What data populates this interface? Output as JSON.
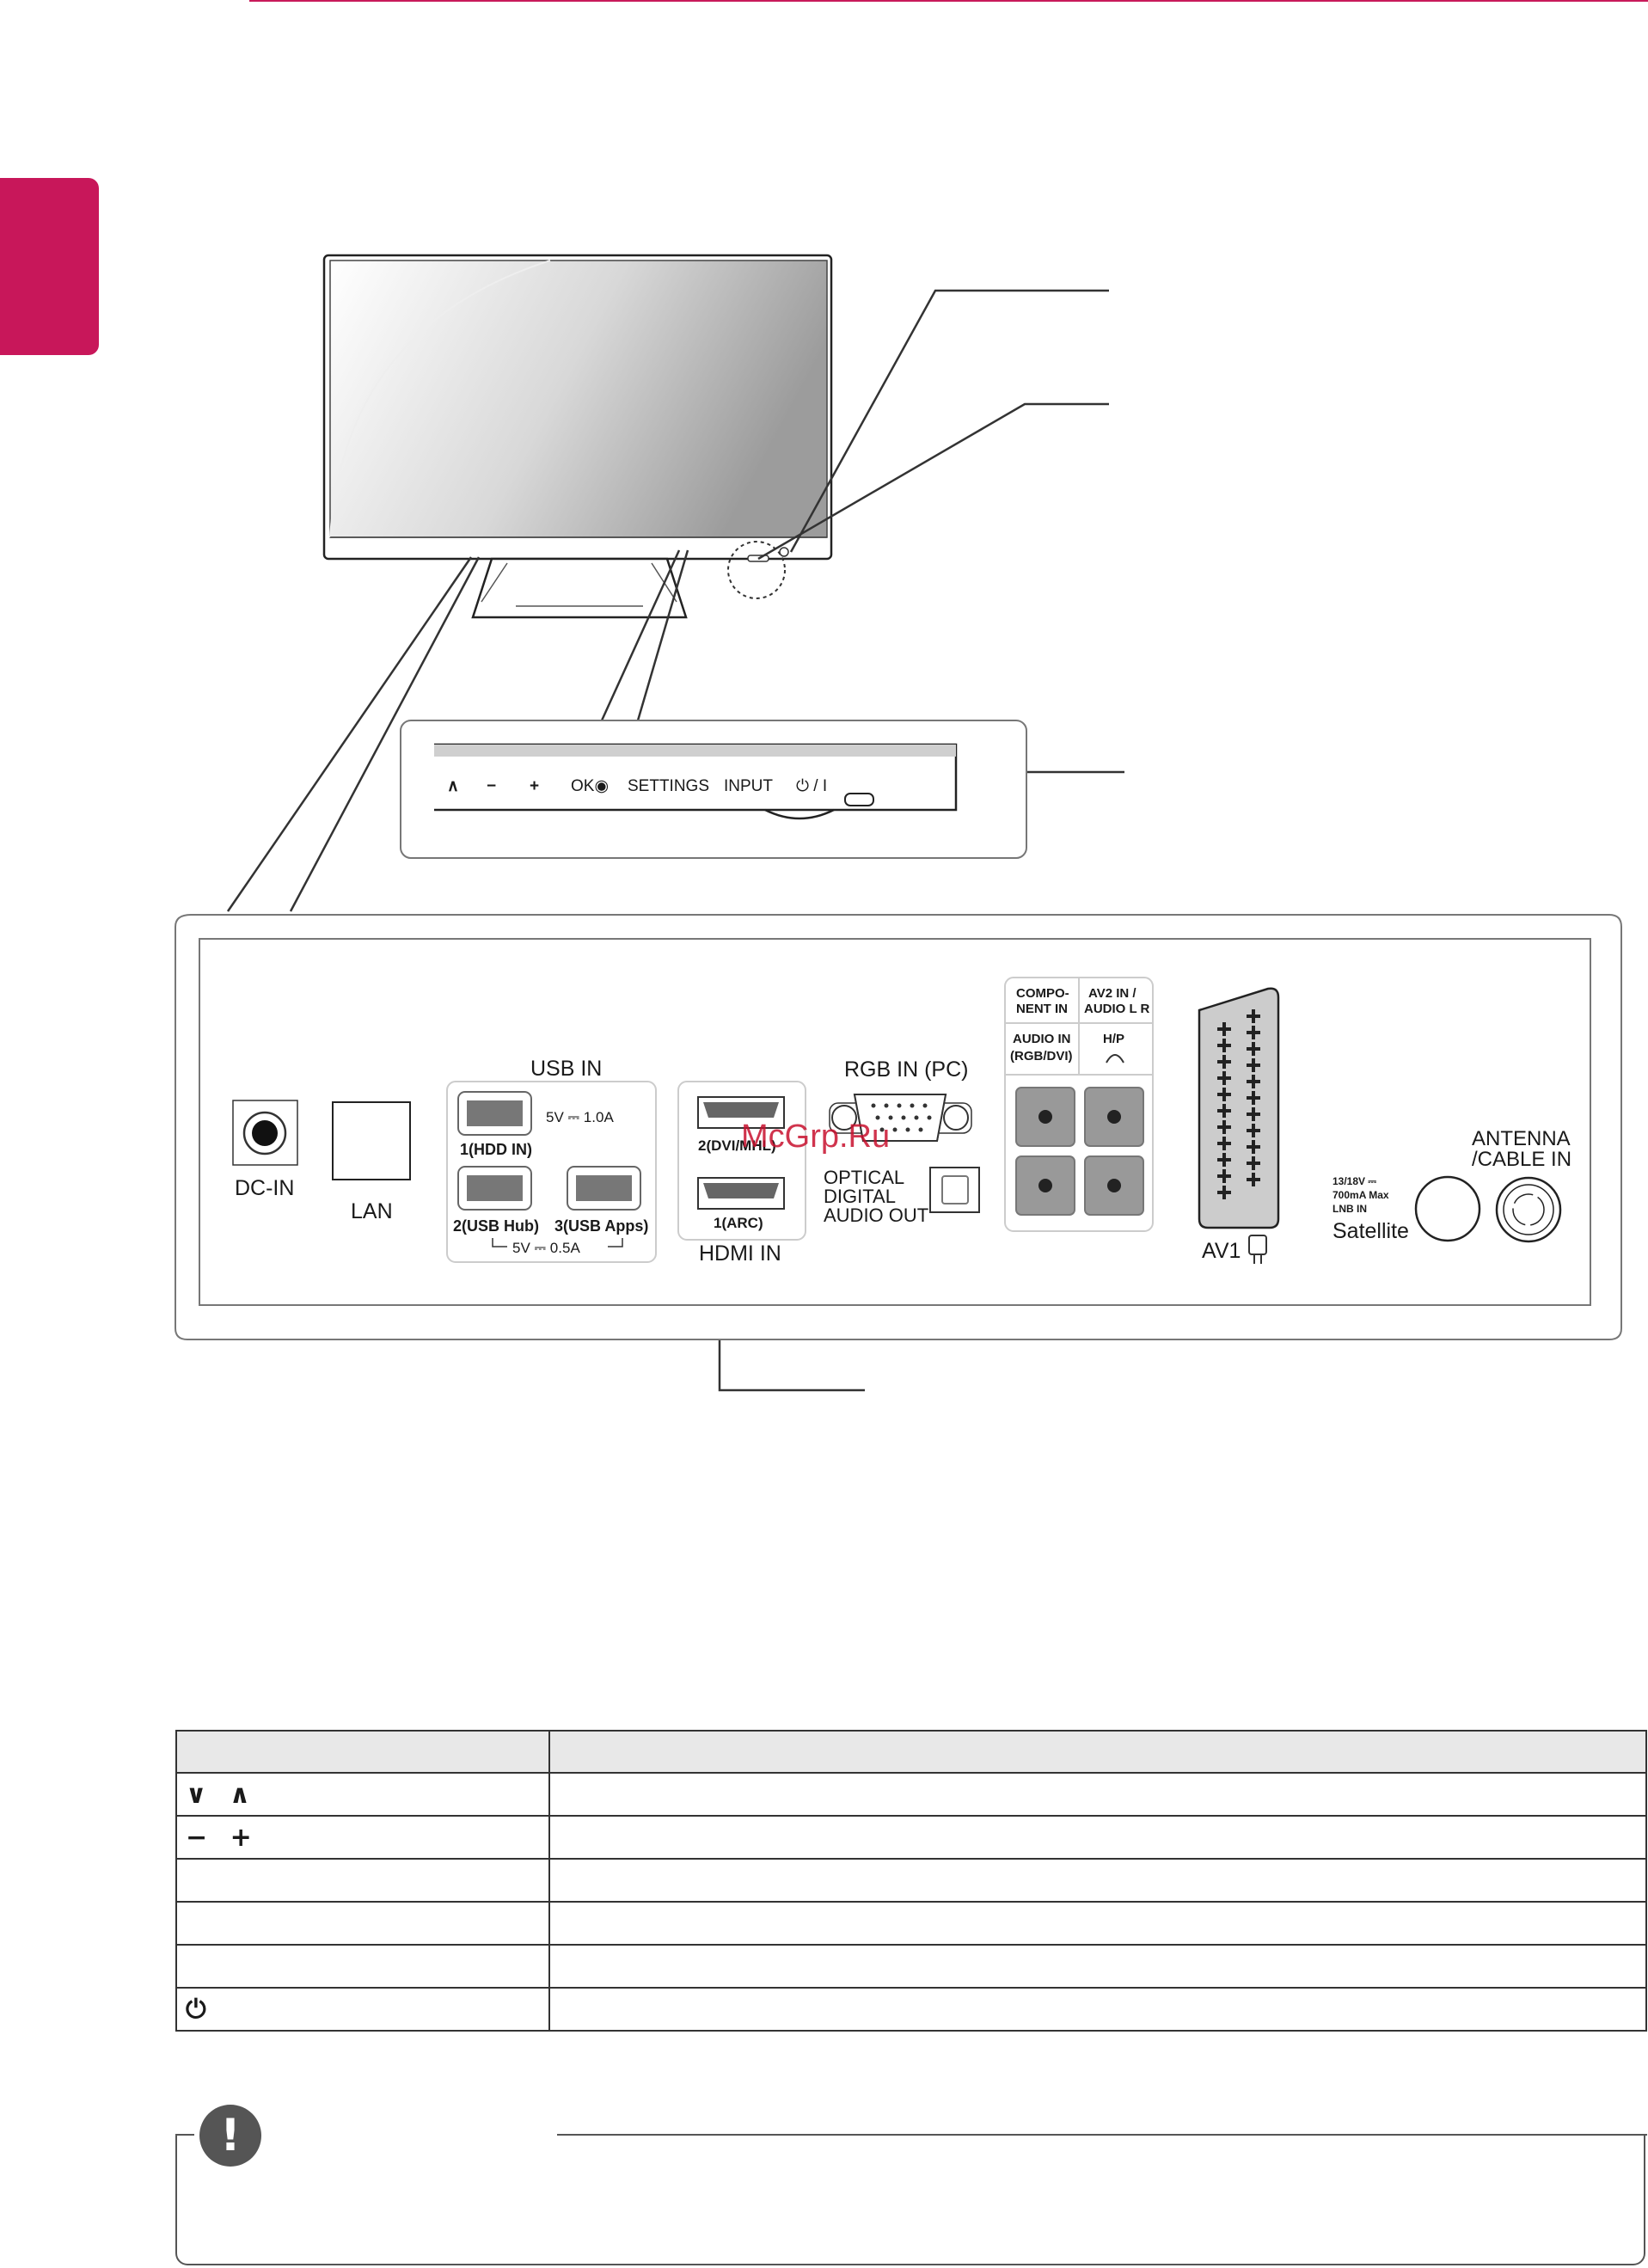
{
  "front_panel": {
    "buttons": [
      "∧",
      "−",
      "+",
      "OK◉",
      "SETTINGS",
      "INPUT",
      "⏻ / I"
    ]
  },
  "rear_panel": {
    "dc_in": "DC-IN",
    "lan": "LAN",
    "usb_in": "USB IN",
    "usb_1": "1(HDD IN)",
    "usb_1_rating": "5V ⎓ 1.0A",
    "usb_2": "2(USB Hub)",
    "usb_3": "3(USB Apps)",
    "usb_23_rating": "5V ⎓ 0.5A",
    "hdmi_2": "2(DVI/MHL)",
    "hdmi_1": "1(ARC)",
    "hdmi_in": "HDMI IN",
    "rgb_in": "RGB IN (PC)",
    "optical_1": "OPTICAL",
    "optical_2": "DIGITAL",
    "optical_3": "AUDIO OUT",
    "component_1": "COMPO-",
    "component_2": "NENT IN",
    "av2_1": "AV2 IN /",
    "av2_2": "AUDIO L R",
    "audio_in_1": "AUDIO IN",
    "audio_in_2": "(RGB/DVI)",
    "hp": "H/P",
    "av1": "AV1",
    "lnb_1": "13/18V ⎓",
    "lnb_2": "700mA Max",
    "lnb_3": "LNB IN",
    "satellite": "Satellite",
    "antenna_1": "ANTENNA",
    "antenna_2": "/CABLE IN"
  },
  "watermark": "McGrp.Ru",
  "table": {
    "rows": [
      {
        "symbol": "∨ ∧"
      },
      {
        "symbol": "− +"
      },
      {
        "symbol": ""
      },
      {
        "symbol": ""
      },
      {
        "symbol": ""
      },
      {
        "symbol": "⏻"
      }
    ]
  },
  "note": {
    "icon": "!"
  }
}
